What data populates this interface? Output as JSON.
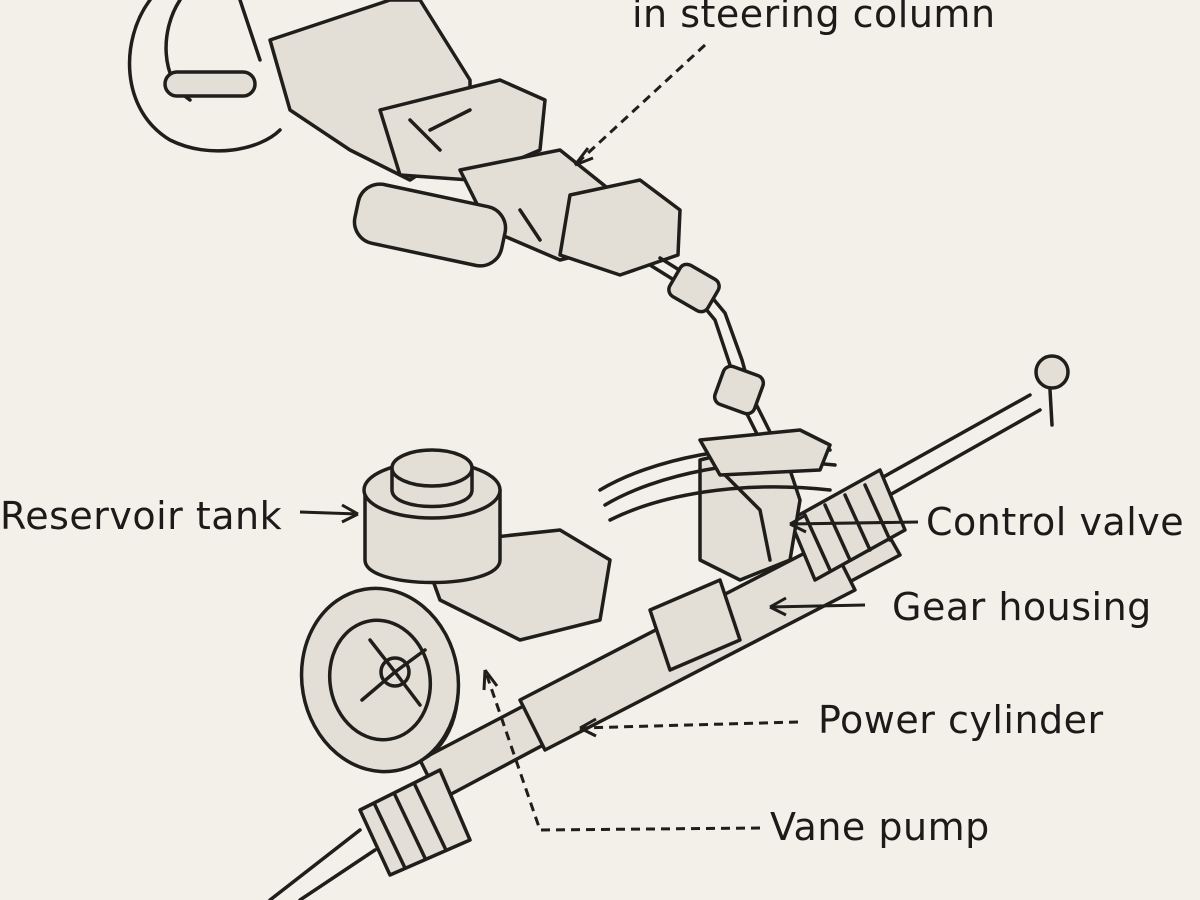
{
  "labels": {
    "steering_column": "in steering column",
    "reservoir_tank": "Reservoir tank",
    "control_valve": "Control valve",
    "gear_housing": "Gear housing",
    "power_cylinder": "Power cylinder",
    "vane_pump": "Vane pump"
  },
  "colors": {
    "paper": "#f3f0ea",
    "ink": "#1f1e1b",
    "part_fill": "#e3dfd6"
  }
}
